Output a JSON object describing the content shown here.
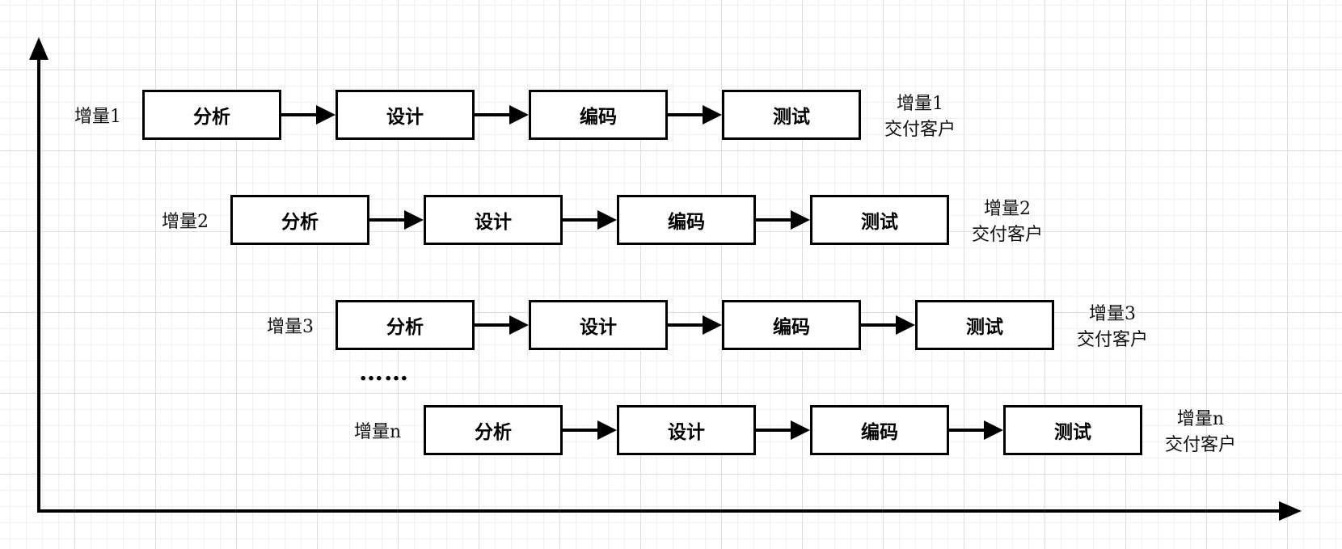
{
  "increments": [
    {
      "label": "增量1",
      "stages": [
        "分析",
        "设计",
        "编码",
        "测试"
      ],
      "delivery": {
        "line1": "增量1",
        "line2": "交付客户"
      }
    },
    {
      "label": "增量2",
      "stages": [
        "分析",
        "设计",
        "编码",
        "测试"
      ],
      "delivery": {
        "line1": "增量2",
        "line2": "交付客户"
      }
    },
    {
      "label": "增量3",
      "stages": [
        "分析",
        "设计",
        "编码",
        "测试"
      ],
      "delivery": {
        "line1": "增量3",
        "line2": "交付客户"
      }
    },
    {
      "label": "增量n",
      "stages": [
        "分析",
        "设计",
        "编码",
        "测试"
      ],
      "delivery": {
        "line1": "增量n",
        "line2": "交付客户"
      }
    }
  ],
  "ellipsis": "……",
  "colors": {
    "stroke": "#000000",
    "grid": "#dedede",
    "background": "#ffffff"
  }
}
